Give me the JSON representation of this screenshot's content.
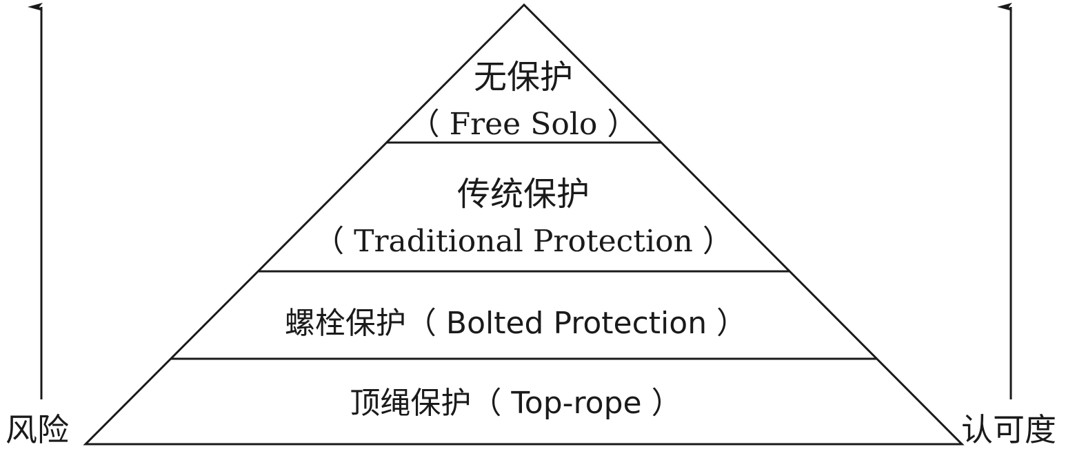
{
  "left_axis": {
    "label": "风险"
  },
  "right_axis": {
    "label": "认可度"
  },
  "levels": [
    {
      "line1": "无保护",
      "line2": "（ Free Solo ）"
    },
    {
      "line1": "传统保护",
      "line2": "（ Traditional Protection ）"
    },
    {
      "line1": "螺栓保护（ Bolted Protection ）"
    },
    {
      "line1": "顶绳保护（ Top-rope ）"
    }
  ],
  "colors": {
    "stroke": "#1a1a1a",
    "background": "#ffffff"
  }
}
